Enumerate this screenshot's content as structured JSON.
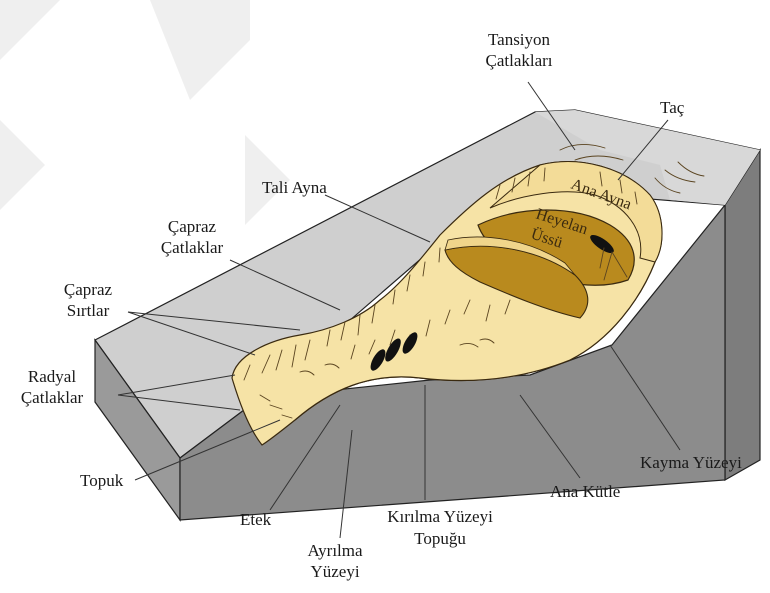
{
  "labels": {
    "tansiyon_1": "Tansiyon",
    "tansiyon_2": "Çatlakları",
    "tac": "Taç",
    "ana_ayna": "Ana Ayna",
    "heyelan_1": "Heyelan",
    "heyelan_2": "Üssü",
    "tali_ayna": "Tali Ayna",
    "capraz_catlaklar_1": "Çapraz",
    "capraz_catlaklar_2": "Çatlaklar",
    "capraz_sirtlar_1": "Çapraz",
    "capraz_sirtlar_2": "Sırtlar",
    "radyal_1": "Radyal",
    "radyal_2": "Çatlaklar",
    "topuk": "Topuk",
    "etek": "Etek",
    "ayrilma_1": "Ayrılma",
    "ayrilma_2": "Yüzeyi",
    "kirilma_1": "Kırılma Yüzeyi",
    "kirilma_2": "Topuğu",
    "ana_kutle": "Ana Kütle",
    "kayma_yuzeyi": "Kayma Yüzeyi"
  },
  "colors": {
    "slope_top": "#cfcfcf",
    "slope_side": "#8c8c8c",
    "slide_light": "#f6e3a6",
    "slide_dark": "#b98a1e",
    "slide_mid": "#d9b24e",
    "rupture": "#a57a18",
    "watermark": "#eeeeee"
  }
}
